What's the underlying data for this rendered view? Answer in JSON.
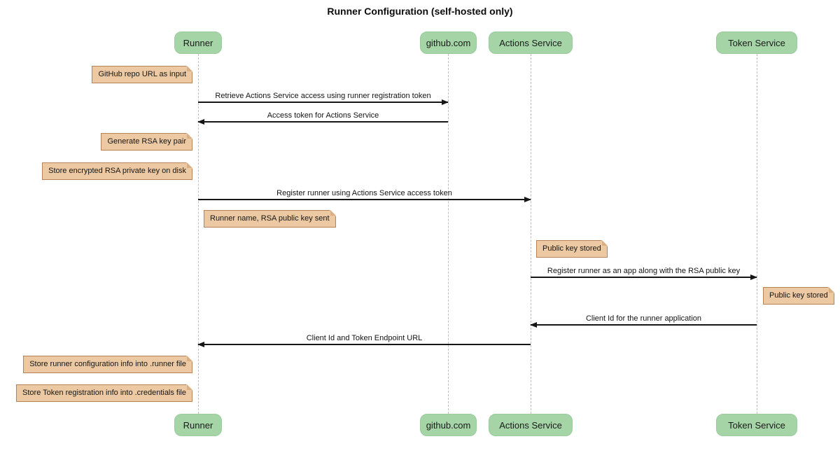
{
  "title": "Runner Configuration (self-hosted only)",
  "diagram_type": "sequence",
  "participants": [
    {
      "name": "Runner"
    },
    {
      "name": "github.com"
    },
    {
      "name": "Actions Service"
    },
    {
      "name": "Token Service"
    }
  ],
  "messages": [
    {
      "from": "Runner",
      "to": "github.com",
      "label": "Retrieve Actions Service access using runner registration token"
    },
    {
      "from": "github.com",
      "to": "Runner",
      "label": "Access token for Actions Service"
    },
    {
      "from": "Runner",
      "to": "Actions Service",
      "label": "Register runner using Actions Service access token"
    },
    {
      "from": "Actions Service",
      "to": "Token Service",
      "label": "Register runner as an app along with the RSA public key"
    },
    {
      "from": "Token Service",
      "to": "Actions Service",
      "label": "Client Id for the runner application"
    },
    {
      "from": "Actions Service",
      "to": "Runner",
      "label": "Client Id and Token Endpoint URL"
    }
  ],
  "notes": [
    {
      "anchor": "Runner",
      "side": "left",
      "text": "GitHub repo URL as input"
    },
    {
      "anchor": "Runner",
      "side": "left",
      "text": "Generate RSA key pair"
    },
    {
      "anchor": "Runner",
      "side": "left",
      "text": "Store encrypted RSA private key on disk"
    },
    {
      "anchor": "Runner",
      "side": "right",
      "text": "Runner name, RSA public key sent"
    },
    {
      "anchor": "Actions Service",
      "side": "right",
      "text": "Public key stored"
    },
    {
      "anchor": "Token Service",
      "side": "right",
      "text": "Public key stored"
    },
    {
      "anchor": "Runner",
      "side": "left",
      "text": "Store runner configuration info into .runner file"
    },
    {
      "anchor": "Runner",
      "side": "left",
      "text": "Store Token registration info into .credentials file"
    }
  ],
  "colors": {
    "participant_fill": "#A5D5A7",
    "note_fill": "#ECC9A2",
    "note_border": "#B5835A",
    "lifeline": "#BDBDBD",
    "arrow": "#161616",
    "background": "#FFFFFF"
  }
}
